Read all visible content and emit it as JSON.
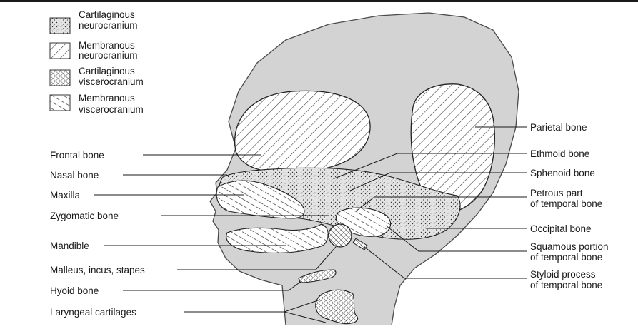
{
  "legend": [
    {
      "line1": "Cartilaginous",
      "line2": "neurocranium",
      "pattern": "dots"
    },
    {
      "line1": "Membranous",
      "line2": "neurocranium",
      "pattern": "diagonal-lines"
    },
    {
      "line1": "Cartilaginous",
      "line2": "viscerocranium",
      "pattern": "crosshatch"
    },
    {
      "line1": "Membranous",
      "line2": "viscerocranium",
      "pattern": "dashed-diagonal"
    }
  ],
  "left_labels": {
    "frontal": "Frontal bone",
    "nasal": "Nasal bone",
    "maxilla": "Maxilla",
    "zygomatic": "Zygomatic bone",
    "mandible": "Mandible",
    "ossicles": "Malleus, incus, stapes",
    "hyoid": "Hyoid bone",
    "laryngeal": "Laryngeal cartilages"
  },
  "right_labels": {
    "parietal": "Parietal bone",
    "ethmoid": "Ethmoid bone",
    "sphenoid": "Sphenoid bone",
    "petrous_1": "Petrous part",
    "petrous_2": "of temporal bone",
    "occipital": "Occipital bone",
    "squamous_1": "Squamous portion",
    "squamous_2": "of temporal bone",
    "styloid_1": "Styloid process",
    "styloid_2": "of temporal bone"
  },
  "colors": {
    "head_fill": "#d3d3d3",
    "line": "#1a1a1a"
  }
}
